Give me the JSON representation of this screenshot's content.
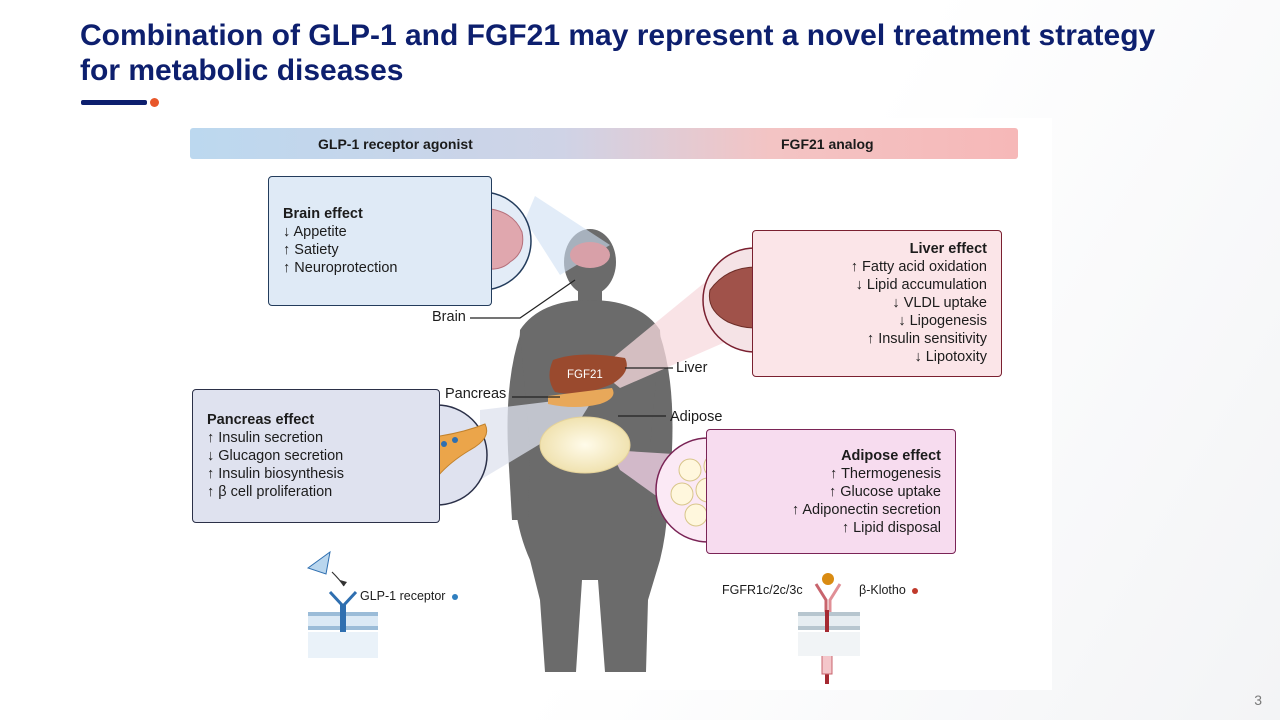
{
  "slide": {
    "title": "Combination of GLP-1 and FGF21 may represent a novel treatment strategy for metabolic diseases",
    "page_number": "3",
    "accent_colors": {
      "navy": "#0d1f6e",
      "orange": "#e8572a"
    }
  },
  "header": {
    "left": "GLP-1 receptor agonist",
    "right": "FGF21 analog"
  },
  "brain_effect": {
    "title": "Brain effect",
    "items": [
      "↓ Appetite",
      "↑ Satiety",
      "↑ Neuroprotection"
    ]
  },
  "liver_effect": {
    "title": "Liver effect",
    "items": [
      "↑ Fatty acid oxidation",
      "↓ Lipid accumulation",
      "↓ VLDL uptake",
      "↓ Lipogenesis",
      "↑ Insulin sensitivity",
      "↓ Lipotoxity"
    ]
  },
  "pancreas_effect": {
    "title": "Pancreas effect",
    "items": [
      "↑ Insulin secretion",
      "↓ Glucagon secretion",
      "↑ Insulin biosynthesis",
      "↑ β cell proliferation"
    ]
  },
  "adipose_effect": {
    "title": "Adipose effect",
    "items": [
      "↑ Thermogenesis",
      "↑ Glucose uptake",
      "↑ Adiponectin secretion",
      "↑ Lipid disposal"
    ]
  },
  "organ_labels": {
    "brain": "Brain",
    "liver": "Liver",
    "pancreas": "Pancreas",
    "adipose": "Adipose",
    "fgf21": "FGF21"
  },
  "receptors": {
    "glp1": "GLP-1 receptor",
    "fgfr": "FGFR1c/2c/3c",
    "klotho": "β-Klotho",
    "glp1_dot_color": "#2f7fbf",
    "klotho_dot_color": "#c0392b"
  }
}
